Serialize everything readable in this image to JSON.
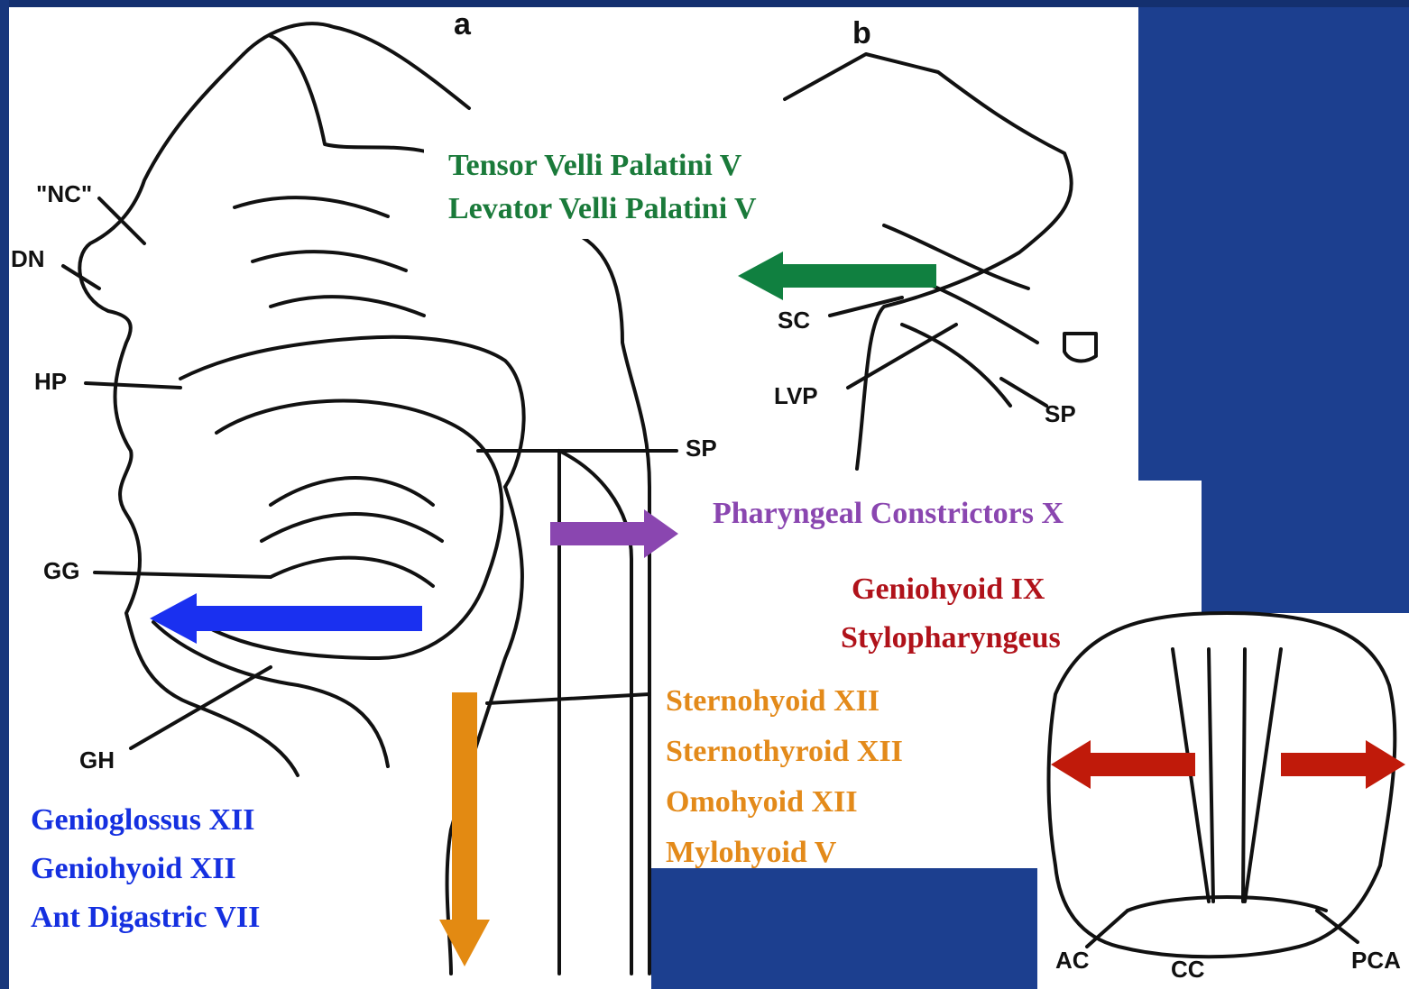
{
  "figure": {
    "panel_a_letter": "a",
    "panel_b_letter": "b",
    "labels_a": {
      "nc": "\"NC\"",
      "dn": "DN",
      "hp": "HP",
      "gg": "GG",
      "gh": "GH",
      "sp": "SP"
    },
    "labels_b": {
      "sc": "SC",
      "lvp": "LVP",
      "sp": "SP"
    },
    "labels_larynx": {
      "ac": "AC",
      "cc": "CC",
      "pca": "PCA"
    }
  },
  "annotations": {
    "palate": {
      "color": "#1a7a3a",
      "lines": [
        "Tensor Velli Palatini V",
        "Levator Velli Palatini V"
      ]
    },
    "pharynx": {
      "color": "#8a46b0",
      "lines": [
        "Pharyngeal Constrictors X"
      ]
    },
    "geniohyoid": {
      "color": "#b0121a",
      "lines": [
        "Geniohyoid IX",
        "Stylopharyngeus"
      ]
    },
    "strap": {
      "color": "#e38a1a",
      "lines": [
        "Sternohyoid XII",
        "Sternothyroid XII",
        "Omohyoid XII",
        "Mylohyoid V"
      ]
    },
    "tongue": {
      "color": "#1530e0",
      "lines": [
        "Genioglossus XII",
        "Geniohyoid XII",
        "Ant Digastric VII"
      ]
    }
  },
  "arrows": {
    "green": "#108040",
    "purple": "#8a46b0",
    "blue": "#1a30f0",
    "orange": "#e38a12",
    "red": "#c01a0a"
  }
}
